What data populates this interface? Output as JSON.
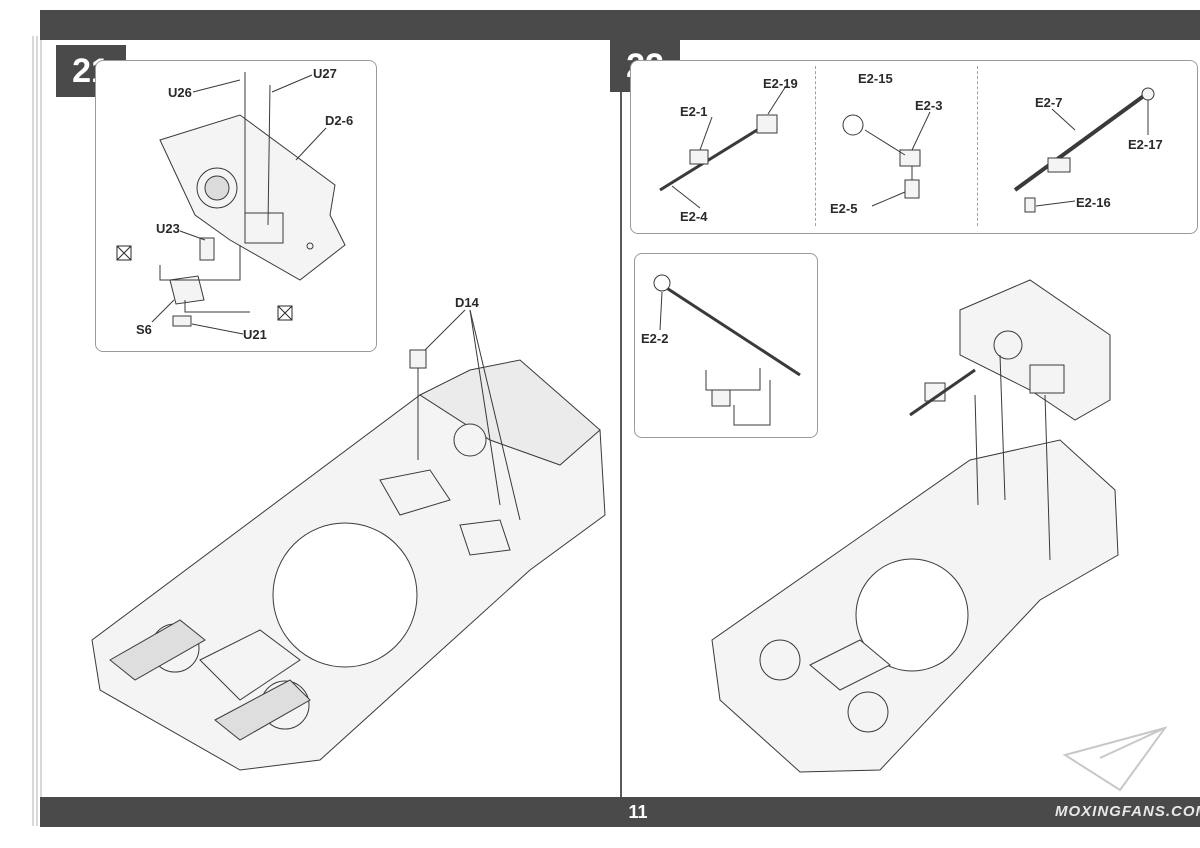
{
  "page_number": "11",
  "watermark_text": "MOXINGFANS.COM",
  "steps": {
    "step21": {
      "number": "21",
      "labels": {
        "u26": "U26",
        "u27": "U27",
        "d2_6": "D2-6",
        "u23": "U23",
        "s6": "S6",
        "u21": "U21",
        "d14": "D14"
      }
    },
    "step22": {
      "number": "22",
      "labels": {
        "e2_19": "E2-19",
        "e2_1": "E2-1",
        "e2_4": "E2-4",
        "e2_15": "E2-15",
        "e2_3": "E2-3",
        "e2_5": "E2-5",
        "e2_7": "E2-7",
        "e2_17": "E2-17",
        "e2_16": "E2-16",
        "e2_2": "E2-2"
      }
    }
  },
  "icons": [
    "glue-icon",
    "hull-drawing",
    "rod-part-drawing",
    "machine-gun-drawing",
    "page-fold-logo"
  ],
  "colors": {
    "bars": "#4a4a4a",
    "lines": "#3a3a3a",
    "fill": "#f4f4f4"
  }
}
